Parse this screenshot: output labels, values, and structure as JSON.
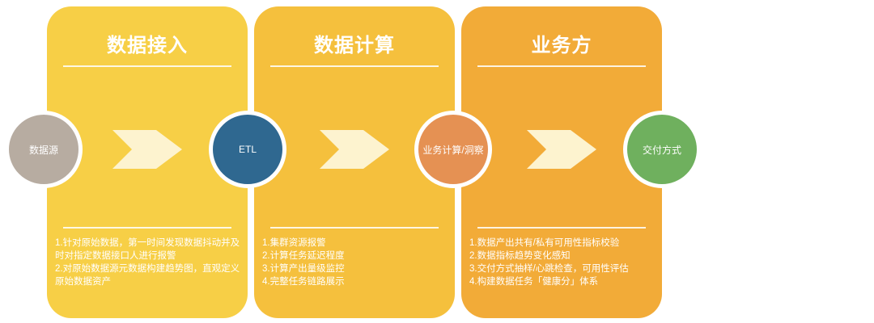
{
  "stages": [
    {
      "title": "数据接入",
      "items": [
        "1.针对原始数据，第一时间发现数据抖动并及时对指定数据接口人进行报警",
        "2.对原始数据源元数据构建趋势图，直观定义原始数据资产"
      ]
    },
    {
      "title": "数据计算",
      "items": [
        "1.集群资源报警",
        "2.计算任务延迟程度",
        "3.计算产出量级监控",
        "4.完整任务链路展示"
      ]
    },
    {
      "title": "业务方",
      "items": [
        "1.数据产出共有/私有可用性指标校验",
        "2.数据指标趋势变化感知",
        "3.交付方式抽样/心跳检查，可用性评估",
        "4.构建数据任务「健康分」体系"
      ]
    }
  ],
  "nodes": [
    {
      "label": "数据源",
      "color": "#b7aca1"
    },
    {
      "label": "ETL",
      "color": "#2f6890"
    },
    {
      "label": "业务计算/洞察",
      "color": "#e59153"
    },
    {
      "label": "交付方式",
      "color": "#6fb05e"
    }
  ],
  "colors": {
    "panel1": "#f7cf46",
    "panel2": "#f5c03d",
    "panel3": "#f2ab38",
    "arrow": "#fdf3cf",
    "text": "#ffffff"
  }
}
